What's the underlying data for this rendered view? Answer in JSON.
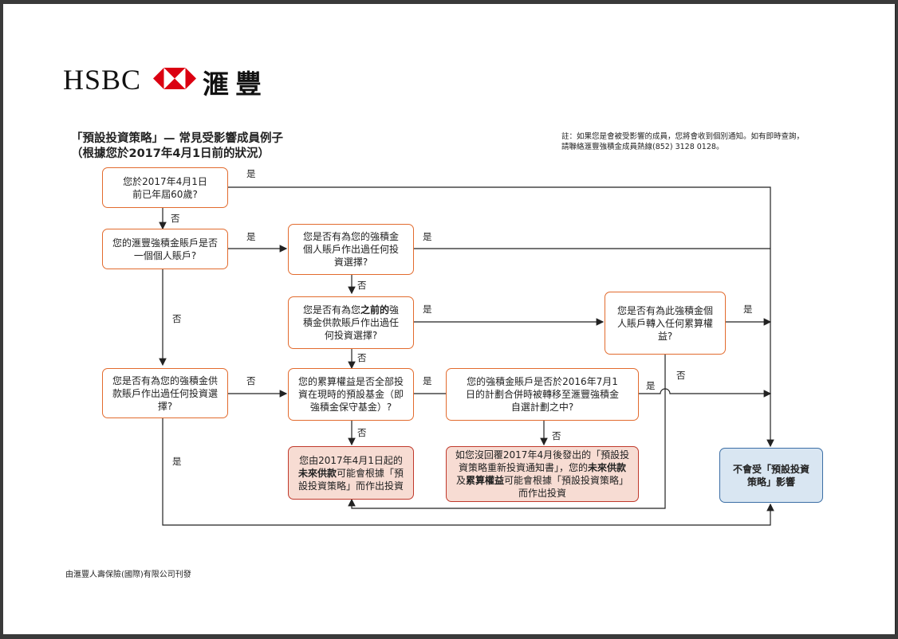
{
  "brand": {
    "name": "HSBC",
    "name_cn": "滙豐",
    "colors": {
      "red": "#db0011",
      "box_border": "#e26b2e",
      "red_box_fill": "#f7dcd3",
      "blue_box_fill": "#d9e6f2"
    }
  },
  "header": {
    "title_line1": "「預設投資策略」— 常見受影響成員例子",
    "title_line2": "（根據您於2017年4月1日前的狀況）",
    "note_line1": "註：如果您是會被受影響的成員，您將會收到個別通知。如有即時查詢，",
    "note_line2": "請聯絡滙豐強積金成員熱線(852) 3128 0128。"
  },
  "boxes": {
    "q1": "您於2017年4月1日前已年屆60歲?",
    "q2": "您的滙豐強積金賬戶是否一個個人賬戶?",
    "q3": "您是否有為您的強積金個人賬戶作出過任何投資選擇?",
    "q4_pre": "您是否有為您",
    "q4_bold": "之前的",
    "q4_post": "強積金供款賬戶作出過任何投資選擇?",
    "q5": "您是否有為此強積金個人賬戶轉入任何累算權益?",
    "q6": "您是否有為您的強積金供款賬戶作出過任何投資選擇?",
    "q7": "您的累算權益是否全部投資在現時的預設基金（即強積金保守基金）?",
    "q8": "您的強積金賬戶是否於2016年7月1日的計劃合併時被轉移至滙豐強積金自選計劃之中?",
    "r1_pre": "您由2017年4月1日起的",
    "r1_bold": "未來供款",
    "r1_post": "可能會根據「預設投資策略」而作出投資",
    "r2_pre": "如您沒回覆2017年4月後發出的「預設投資策略重新投資通知書」，您的",
    "r2_bold1": "未來供款",
    "r2_mid": "及",
    "r2_bold2": "累算權益",
    "r2_post": "可能會根據「預設投資策略」而作出投資",
    "result": "不會受「預設投資策略」影響"
  },
  "labels": {
    "yes": "是",
    "no": "否"
  },
  "footer": {
    "text": "由滙豐人壽保險(國際)有限公司刊發"
  }
}
